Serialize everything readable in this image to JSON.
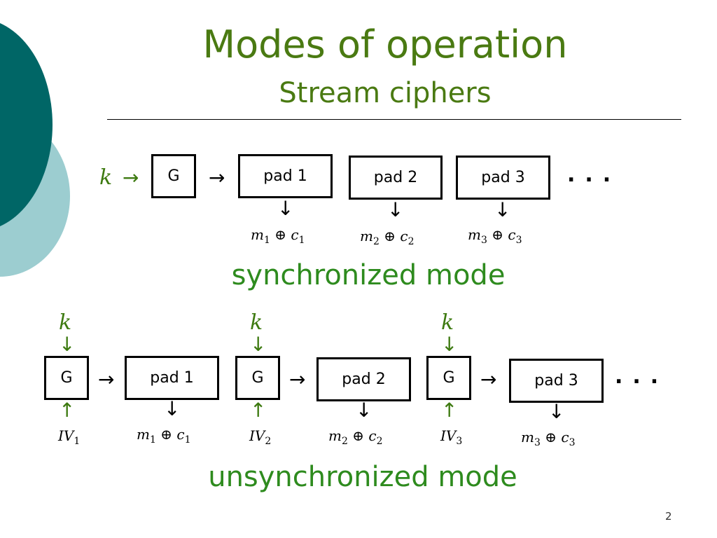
{
  "slide": {
    "title": "Modes of operation",
    "subtitle": "Stream ciphers",
    "page_number": "2",
    "colors": {
      "title": "#4a7a12",
      "mode_label": "#2e8b1e",
      "dark_teal": "#006666",
      "light_teal": "#9ccdd0"
    }
  },
  "sync": {
    "key": "k",
    "generator": "G",
    "pads": [
      "pad 1",
      "pad 2",
      "pad 3"
    ],
    "outputs": [
      {
        "m": "m",
        "c": "c",
        "i": "1"
      },
      {
        "m": "m",
        "c": "c",
        "i": "2"
      },
      {
        "m": "m",
        "c": "c",
        "i": "3"
      }
    ],
    "ellipsis": "...",
    "label": "synchronized mode"
  },
  "unsync": {
    "key": "k",
    "generator": "G",
    "iv": "IV",
    "pads": [
      "pad 1",
      "pad 2",
      "pad 3"
    ],
    "indices": [
      "1",
      "2",
      "3"
    ],
    "ellipsis": "...",
    "label": "unsynchronized mode"
  },
  "symbols": {
    "right": "→",
    "down": "↓",
    "up": "↑",
    "xor": "⊕"
  }
}
